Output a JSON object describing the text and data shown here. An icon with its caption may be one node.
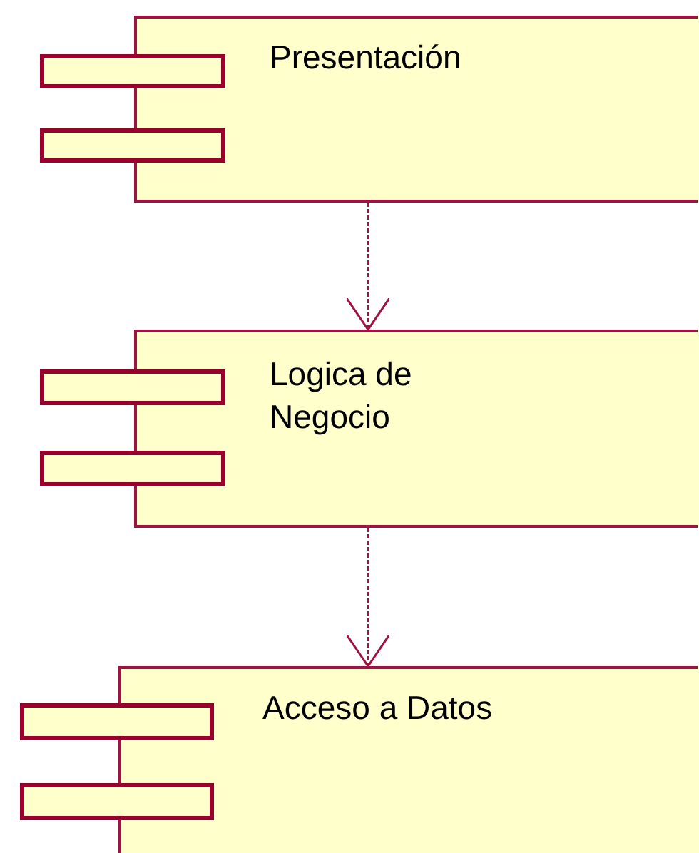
{
  "diagram": {
    "nodes": [
      {
        "text": [
          "Presentación"
        ]
      },
      {
        "text": [
          "Logica de Negocio"
        ]
      },
      {
        "text": [
          "Acceso a Datos"
        ]
      }
    ],
    "edges": [
      {
        "from": 0,
        "to": 1,
        "arrow": "to",
        "style": "dashed"
      },
      {
        "from": 1,
        "to": 2,
        "arrow": "to",
        "style": "dashed"
      }
    ]
  }
}
